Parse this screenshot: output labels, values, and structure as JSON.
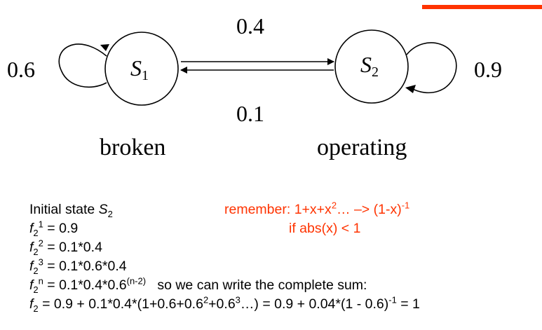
{
  "colors": {
    "accent": "#ff3300",
    "ink": "#000000"
  },
  "diagram": {
    "state1": {
      "label": "S",
      "subscript": "1",
      "name": "broken",
      "self_loop": "0.6"
    },
    "state2": {
      "label": "S",
      "subscript": "2",
      "name": "operating",
      "self_loop": "0.9"
    },
    "edge_1_to_2": "0.4",
    "edge_2_to_1": "0.1"
  },
  "notes": {
    "line1": {
      "text": "Initial state ",
      "var": "S",
      "sub": "2"
    },
    "line2": {
      "f": "f",
      "sub": "2",
      "sup": "1",
      "rest": " = 0.9"
    },
    "line3": {
      "f": "f",
      "sub": "2",
      "sup": "2",
      "rest": " = 0.1*0.4"
    },
    "line4": {
      "f": "f",
      "sub": "2",
      "sup": "3",
      "rest": " = 0.1*0.6*0.4"
    },
    "line5": {
      "f": "f",
      "sub": "2",
      "sup": "n",
      "rest": " = 0.1*0.4*0.6",
      "sup2": "(n-2)",
      "tail": "   so we can write the complete sum:"
    },
    "line6": {
      "f": "f",
      "sub": "2",
      "a": " = 0.9 + 0.1*0.4*(1+0.6+0.6",
      "p1": "2",
      "b": "+0.6",
      "p2": "3",
      "c": "…) = 0.9 + 0.04*(1 - 0.6)",
      "p3": "-1",
      "d": " = 1"
    },
    "remember": {
      "a": "remember: 1+x+x",
      "p1": "2",
      "b": "… –> (1-x)",
      "p2": "-1",
      "line2": "if abs(x) < 1"
    }
  }
}
